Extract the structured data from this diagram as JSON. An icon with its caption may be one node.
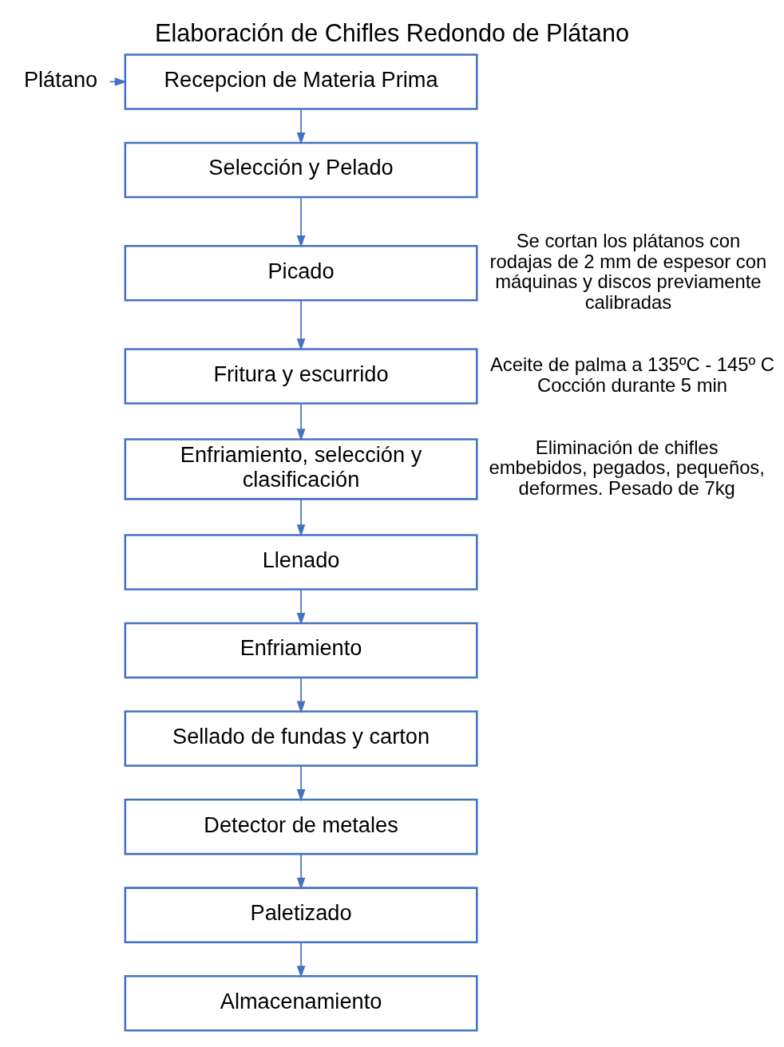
{
  "diagram": {
    "title": "Elaboración de Chifles Redondo de Plátano",
    "nodes": [
      {
        "text": [
          "Plátano"
        ]
      },
      {
        "text": [
          "Recepcion de Materia Prima"
        ]
      },
      {
        "text": [
          "Selección y Pelado"
        ]
      },
      {
        "text": [
          "Picado"
        ],
        "beside": [
          "Se cortan los plátanos con rodajas de 2 mm de espesor con máquinas y discos previamente calibradas"
        ]
      },
      {
        "text": [
          "Fritura y escurrido"
        ],
        "beside": [
          "Aceite de palma a 135ºC - 145º C Cocción durante 5 min"
        ]
      },
      {
        "text": [
          "Enfriamiento, selección y clasificación"
        ],
        "beside": [
          "Eliminación de chifles embebidos, pegados, pequeños, deformes. Pesado de 7kg"
        ]
      },
      {
        "text": [
          "Llenado"
        ]
      },
      {
        "text": [
          "Enfriamiento"
        ]
      },
      {
        "text": [
          "Sellado de fundas y carton"
        ]
      },
      {
        "text": [
          "Detector de metales"
        ]
      },
      {
        "text": [
          "Paletizado"
        ]
      },
      {
        "text": [
          "Almacenamiento"
        ]
      }
    ],
    "edges": [
      {
        "from": 0,
        "to": 1,
        "arrow": "to"
      },
      {
        "from": 1,
        "to": 2,
        "arrow": "to"
      },
      {
        "from": 2,
        "to": 3,
        "arrow": "to"
      },
      {
        "from": 3,
        "to": 4,
        "arrow": "to"
      },
      {
        "from": 4,
        "to": 5,
        "arrow": "to"
      },
      {
        "from": 5,
        "to": 6,
        "arrow": "to"
      },
      {
        "from": 6,
        "to": 7,
        "arrow": "to"
      },
      {
        "from": 7,
        "to": 8,
        "arrow": "to"
      },
      {
        "from": 8,
        "to": 9,
        "arrow": "to"
      },
      {
        "from": 9,
        "to": 10,
        "arrow": "to"
      },
      {
        "from": 10,
        "to": 11,
        "arrow": "to"
      }
    ]
  }
}
